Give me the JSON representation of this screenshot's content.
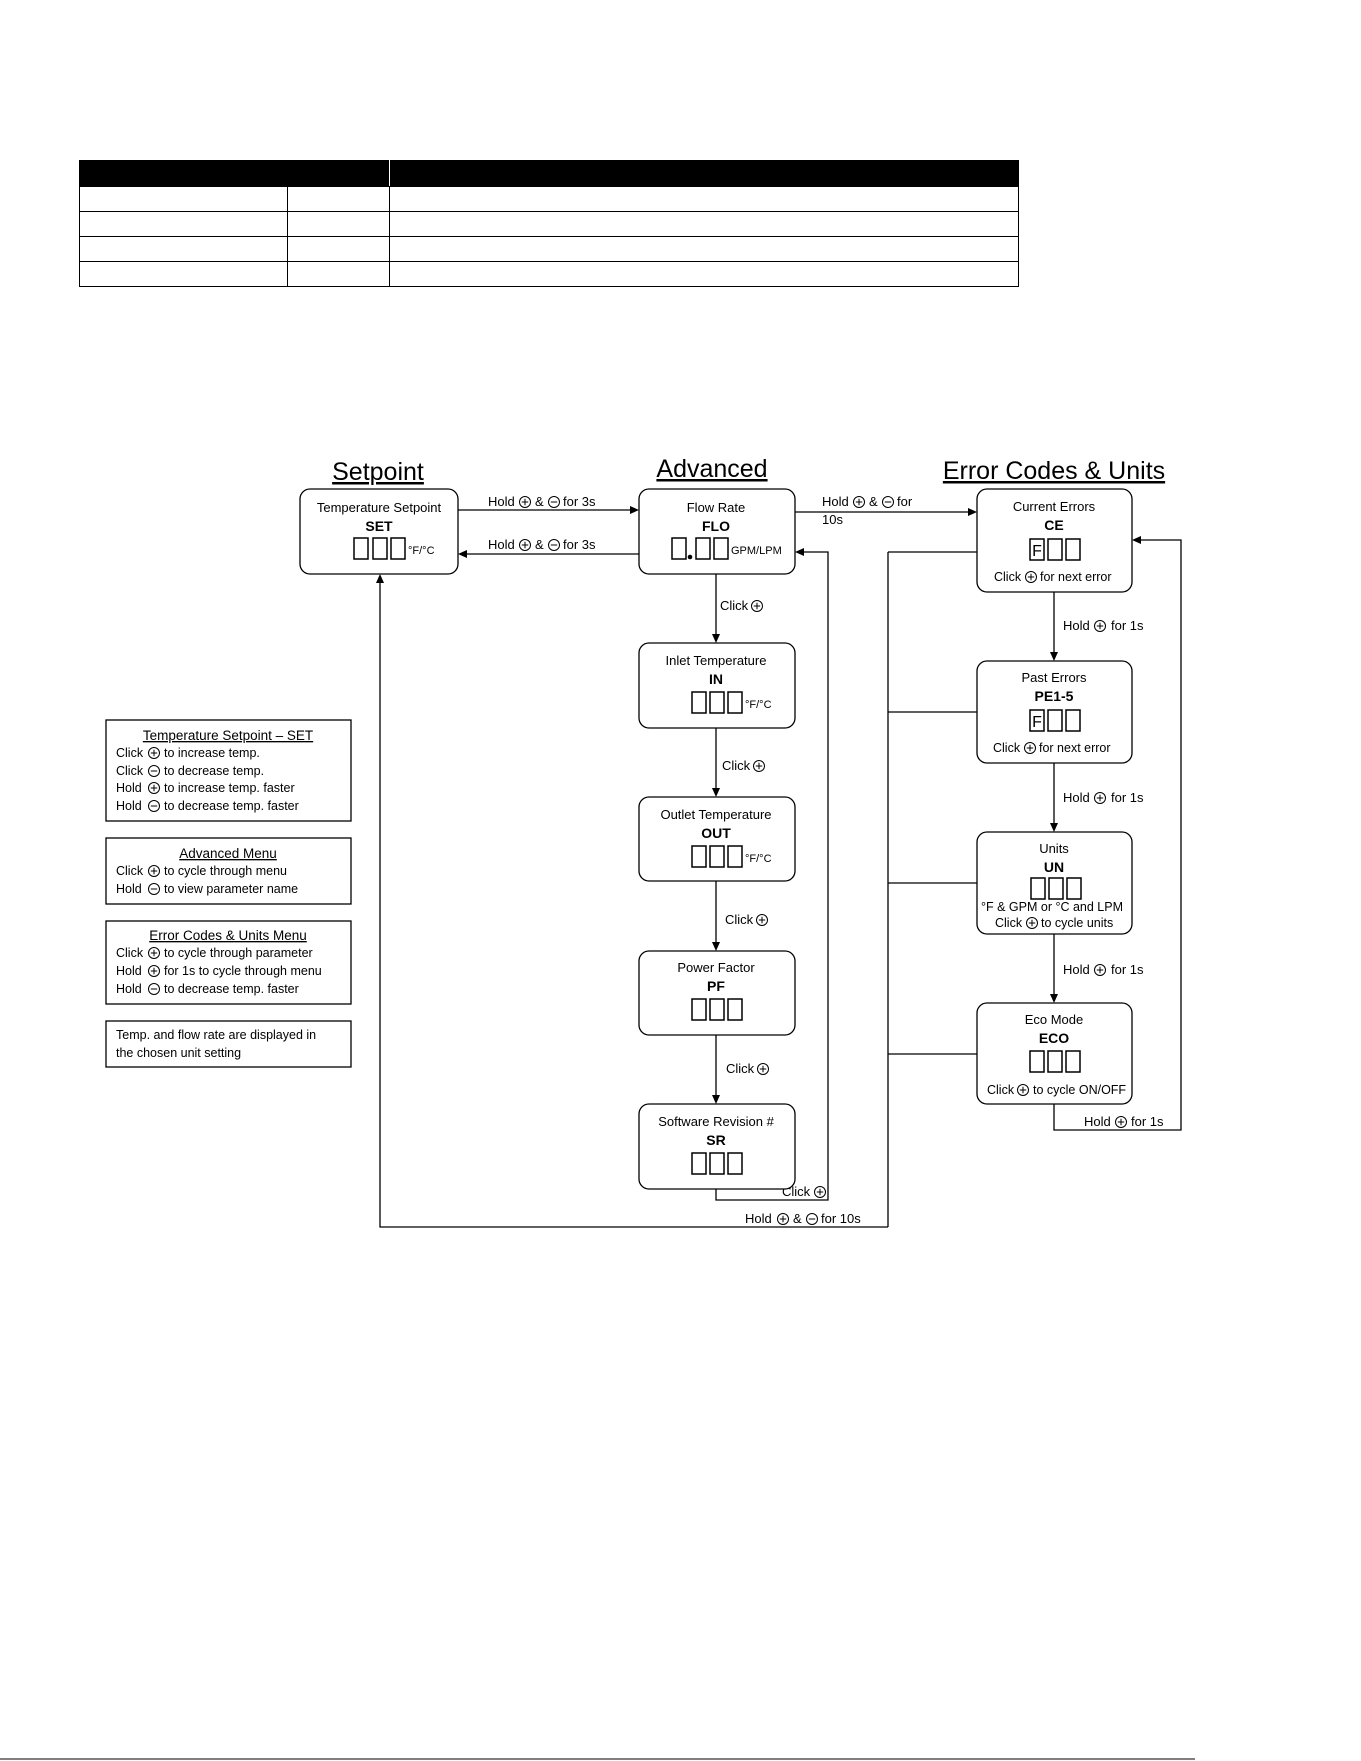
{
  "table": {
    "header": [
      "",
      "",
      ""
    ],
    "rows": [
      [
        "",
        "",
        ""
      ],
      [
        "",
        "",
        ""
      ],
      [
        "",
        "",
        ""
      ],
      [
        "",
        "",
        ""
      ]
    ]
  },
  "columns": {
    "setpoint": "Setpoint",
    "advanced": "Advanced",
    "errors": "Error Codes & Units"
  },
  "boxes": {
    "set": {
      "name": "Temperature Setpoint",
      "code": "SET",
      "unit": "°F/°C"
    },
    "flo": {
      "name": "Flow Rate",
      "code": "FLO",
      "unit": "GPM/LPM"
    },
    "in": {
      "name": "Inlet Temperature",
      "code": "IN",
      "unit": "°F/°C"
    },
    "out": {
      "name": "Outlet Temperature",
      "code": "OUT",
      "unit": "°F/°C"
    },
    "pf": {
      "name": "Power Factor",
      "code": "PF"
    },
    "sr": {
      "name": "Software Revision #",
      "code": "SR"
    },
    "ce": {
      "name": "Current Errors",
      "code": "CE",
      "digit": "F",
      "note_pre": "Click",
      "note_post": "for next error"
    },
    "pe": {
      "name": "Past Errors",
      "code": "PE1-5",
      "digit": "F",
      "note_pre": "Click",
      "note_post": "for next error"
    },
    "un": {
      "name": "Units",
      "code": "UN",
      "note1": "°F & GPM or °C and LPM",
      "note_pre": "Click",
      "note_post": "to cycle units"
    },
    "eco": {
      "name": "Eco Mode",
      "code": "ECO",
      "note_pre": "Click",
      "note_post": "to cycle ON/OFF"
    }
  },
  "arrows": {
    "set_to_flo": {
      "pre": "Hold",
      "mid": "&",
      "post": "for 3s"
    },
    "flo_to_set": {
      "pre": "Hold",
      "mid": "&",
      "post": "for 3s"
    },
    "flo_to_ce": {
      "pre": "Hold",
      "mid": "&",
      "post": "for",
      "line2": "10s"
    },
    "click": "Click",
    "hold_1s": {
      "pre": "Hold",
      "post": "for 1s"
    },
    "bottom": {
      "pre": "Hold",
      "mid": "&",
      "post": "for 10s"
    }
  },
  "legend": {
    "set": {
      "title": "Temperature Setpoint – SET",
      "lines": [
        {
          "pre": "Click",
          "post": "to  increase temp."
        },
        {
          "pre": "Click",
          "post": "to  decrease temp."
        },
        {
          "pre": "Hold",
          "post": "to increase temp.  faster"
        },
        {
          "pre": "Hold",
          "post": "to decrease temp.  faster"
        }
      ]
    },
    "adv": {
      "title": "Advanced Menu",
      "lines": [
        {
          "pre": "Click",
          "post": "to cycle through menu"
        },
        {
          "pre": "Hold",
          "post": "to view parameter name"
        }
      ]
    },
    "err": {
      "title": "Error Codes  & Units Menu",
      "lines": [
        {
          "pre": "Click",
          "post": "to cycle through parameter"
        },
        {
          "pre": "Hold",
          "post": "for 1s to cycle through menu"
        },
        {
          "pre": "Hold",
          "post": "to decrease temp.  faster"
        }
      ]
    },
    "note": {
      "lines": [
        "Temp.  and flow rate are displayed in",
        "the chosen unit setting"
      ]
    }
  }
}
